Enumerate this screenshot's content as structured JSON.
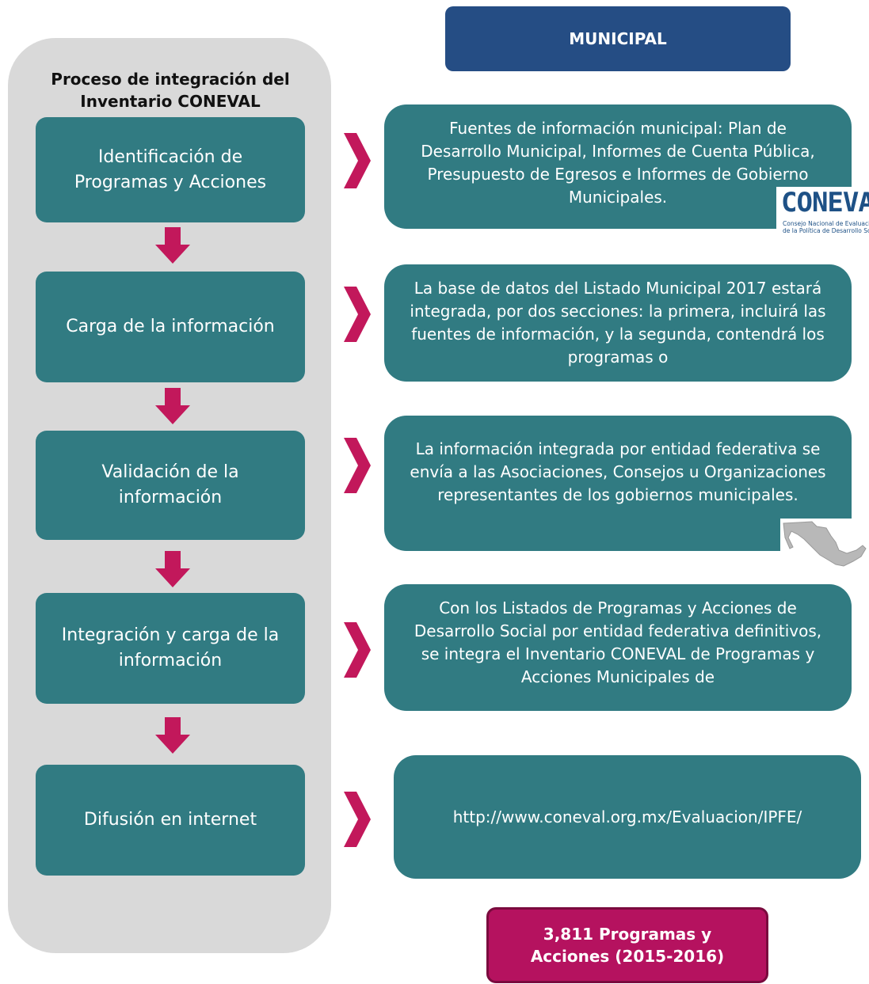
{
  "panel": {
    "title": "Proceso de integración del Inventario CONEVAL"
  },
  "header": {
    "label": "MUNICIPAL"
  },
  "steps": [
    {
      "label": "Identificación de Programas y Acciones"
    },
    {
      "label": "Carga de la información"
    },
    {
      "label": "Validación de la información"
    },
    {
      "label": "Integración y carga de la información"
    },
    {
      "label": "Difusión en internet"
    }
  ],
  "descriptions": [
    {
      "text": "Fuentes de información municipal: Plan de Desarrollo Municipal, Informes de Cuenta Pública, Presupuesto de Egresos e Informes de Gobierno Municipales."
    },
    {
      "text": "La base de datos del Listado Municipal 2017 estará integrada, por dos secciones: la primera, incluirá las fuentes de información, y la segunda, contendrá los programas o"
    },
    {
      "text": "La información integrada por entidad federativa se envía a las Asociaciones, Consejos u Organizaciones representantes de los gobiernos municipales."
    },
    {
      "text": "Con los Listados de Programas y Acciones de Desarrollo Social por entidad federativa definitivos, se integra el Inventario CONEVAL de Programas y Acciones Municipales de"
    },
    {
      "text": "http://www.coneval.org.mx/Evaluacion/IPFE/"
    }
  ],
  "logo": {
    "word": "CONEVAL",
    "line1": "Consejo Nacional de Evaluación",
    "line2": "de la Política de Desarrollo Social"
  },
  "total": {
    "text": "3,811 Programas y Acciones (2015-2016)"
  },
  "colors": {
    "teal": "#317b82",
    "navy": "#254d84",
    "magenta": "#c2185b",
    "total_fill": "#b5125f",
    "panel_gray": "#d9d9d9"
  }
}
